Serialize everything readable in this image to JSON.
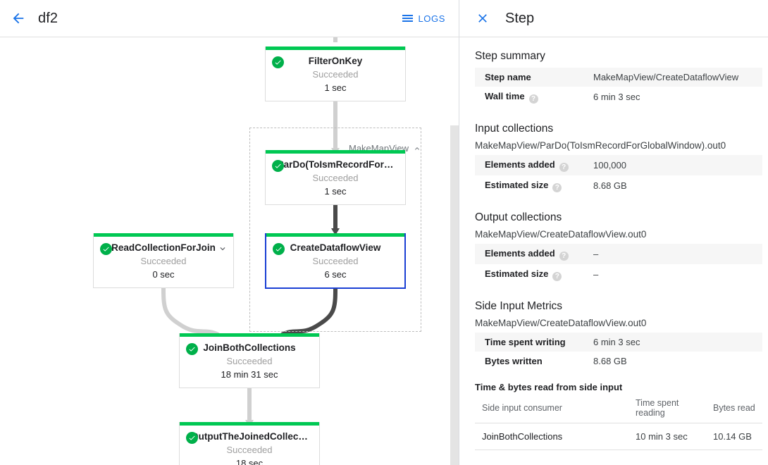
{
  "topbar": {
    "back_icon": "arrow-back-icon",
    "job_name": "df2",
    "logs_label": "LOGS",
    "logs_icon": "logs-icon"
  },
  "graph": {
    "group": {
      "label": "MakeMapView",
      "collapse_icon": "chevron-up-icon"
    },
    "nodes": [
      {
        "id": "filter-on-key",
        "name": "FilterOnKey",
        "status": "Succeeded",
        "time": "1 sec",
        "status_icon": "check-circle-icon",
        "selected": false,
        "expandable": false
      },
      {
        "id": "pardo-toismrecordfor",
        "name": "ParDo(ToIsmRecordFor…",
        "status": "Succeeded",
        "time": "1 sec",
        "status_icon": "check-circle-icon",
        "selected": false,
        "expandable": false
      },
      {
        "id": "create-dataflow-view",
        "name": "CreateDataflowView",
        "status": "Succeeded",
        "time": "6 sec",
        "status_icon": "check-circle-icon",
        "selected": true,
        "expandable": false
      },
      {
        "id": "read-collection-for-join",
        "name": "ReadCollectionForJoin",
        "status": "Succeeded",
        "time": "0 sec",
        "status_icon": "check-circle-icon",
        "selected": false,
        "expandable": true,
        "expand_icon": "chevron-down-icon"
      },
      {
        "id": "join-both-collections",
        "name": "JoinBothCollections",
        "status": "Succeeded",
        "time": "18 min 31 sec",
        "status_icon": "check-circle-icon",
        "selected": false,
        "expandable": false
      },
      {
        "id": "output-the-joined-collection",
        "name": "OutputTheJoinedCollec…",
        "status": "Succeeded",
        "time": "18 sec",
        "status_icon": "check-circle-icon",
        "selected": false,
        "expandable": false
      }
    ],
    "colors": {
      "status_bar": "#00c853",
      "selected_border": "#1a3fd4",
      "edge_light": "#d0d0d0",
      "edge_dark": "#4a4a4a"
    }
  },
  "panel": {
    "close_icon": "close-icon",
    "title": "Step",
    "step_summary": {
      "heading": "Step summary",
      "rows": [
        {
          "key": "Step name",
          "value": "MakeMapView/CreateDataflowView",
          "help": false
        },
        {
          "key": "Wall time",
          "value": "6 min 3 sec",
          "help": true
        }
      ]
    },
    "input_collections": {
      "heading": "Input collections",
      "collection": "MakeMapView/ParDo(ToIsmRecordForGlobalWindow).out0",
      "rows": [
        {
          "key": "Elements added",
          "value": "100,000",
          "help": true
        },
        {
          "key": "Estimated size",
          "value": "8.68 GB",
          "help": true
        }
      ]
    },
    "output_collections": {
      "heading": "Output collections",
      "collection": "MakeMapView/CreateDataflowView.out0",
      "rows": [
        {
          "key": "Elements added",
          "value": "–",
          "help": true
        },
        {
          "key": "Estimated size",
          "value": "–",
          "help": true
        }
      ]
    },
    "side_input_metrics": {
      "heading": "Side Input Metrics",
      "collection": "MakeMapView/CreateDataflowView.out0",
      "rows": [
        {
          "key": "Time spent writing",
          "value": "6 min 3 sec",
          "help": false
        },
        {
          "key": "Bytes written",
          "value": "8.68 GB",
          "help": false
        }
      ],
      "table_title": "Time & bytes read from side input",
      "columns": [
        "Side input consumer",
        "Time spent reading",
        "Bytes read"
      ],
      "data_rows": [
        [
          "JoinBothCollections",
          "10 min 3 sec",
          "10.14 GB"
        ]
      ]
    },
    "help_glyph": "?"
  }
}
